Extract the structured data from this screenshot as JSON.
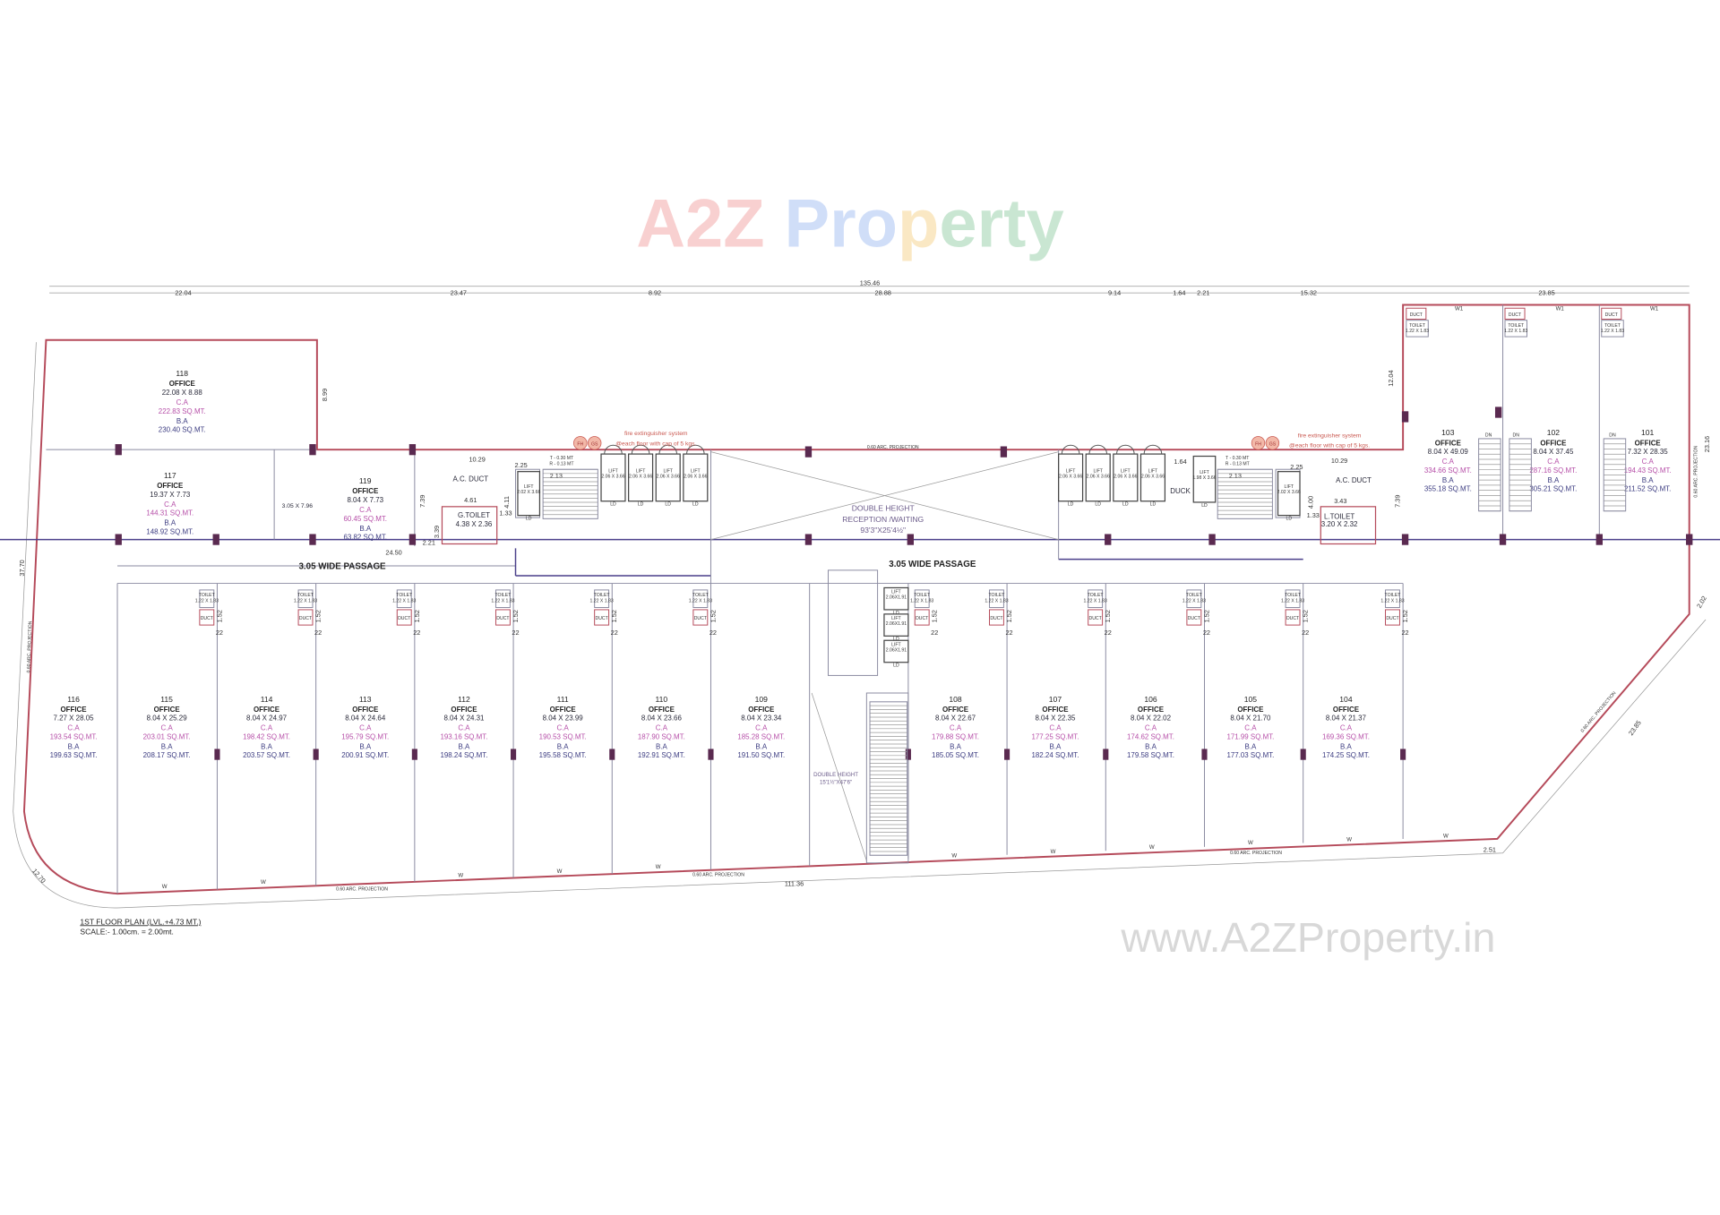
{
  "plan": {
    "title": "1ST FLOOR PLAN (LVL.+4.73 MT.)",
    "scale": "SCALE:- 1.00cm. = 2.00mt."
  },
  "labels": {
    "office": "OFFICE",
    "ca": "C.A",
    "ba": "B.A",
    "passage": "3.05 WIDE PASSAGE",
    "ac_duct": "A.C. DUCT",
    "reception": [
      "DOUBLE HEIGHT",
      "RECEPTION /WAITING",
      "93'3\"X25'4½\""
    ],
    "double_height_small": [
      "DOUBLE HEIGHT",
      "15'1½\"X47'6\""
    ],
    "fire": [
      "fire extinguisher system",
      "@each floor with cap of 5 kgs."
    ],
    "fh": "FH",
    "gs": "GS",
    "g_toilet": [
      "G.TOILET",
      "4.38 X 2.36"
    ],
    "l_toilet": [
      "L.TOILET",
      "3.20 X 2.32"
    ],
    "projection": "0.60 ARC. PROJECTION",
    "lift": "LIFT",
    "lift_size": "2.06 X 3.66",
    "lift_size_b": "2.06X1.91",
    "lift_l1": "2.02 X 3.66",
    "lift_r2": "1.98 X 3.66",
    "duck": "DUCK",
    "duct": "DUCT",
    "toilet": "TOILET",
    "toilet_size": "1.22 X 1.83",
    "ld": "LD",
    "w": "W",
    "w1": "W1",
    "dn": "DN",
    "d": "D",
    "stair_note": [
      "T - 0.30 MT",
      "R - 0.13 MT"
    ],
    "room_3x7": "3.05 X 7.96"
  },
  "dimensions": {
    "overall": "135.46",
    "top_segments": [
      "22.04",
      "23.47",
      "8.92",
      "28.88",
      "9.14",
      "1.64",
      "2.21",
      "15.32",
      "23.85"
    ],
    "left": "37.70",
    "corner": "12.70",
    "bottom": "111.36",
    "bottom_right": "2.51",
    "diagonal": "23.85",
    "right": "23.16",
    "right_small": "2.02",
    "d_899": "8.99",
    "d_1204": "12.04",
    "d_739": "7.39",
    "d_2450": "24.50",
    "d_1029": "10.29",
    "d_461": "4.61",
    "d_343": "3.43",
    "d_152": "1.52",
    "d_22": "22",
    "d_213": "2.13",
    "d_225": "2.25",
    "d_411": "4.11",
    "d_400": "4.00",
    "d_133": "1.33",
    "d_339": "3.39",
    "d_221": "2.21",
    "d_164": "1.64",
    "d_366": "3.66"
  },
  "offices": [
    {
      "no": "118",
      "size": "22.08 X 8.88",
      "ca": "222.83 SQ.MT.",
      "ba": "230.40 SQ.MT."
    },
    {
      "no": "117",
      "size": "19.37 X 7.73",
      "ca": "144.31 SQ.MT.",
      "ba": "148.92 SQ.MT."
    },
    {
      "no": "119",
      "size": "8.04 X 7.73",
      "ca": "60.45 SQ.MT.",
      "ba": "63.82 SQ.MT."
    },
    {
      "no": "116",
      "size": "7.27 X 28.05",
      "ca": "193.54 SQ.MT.",
      "ba": "199.63 SQ.MT."
    },
    {
      "no": "115",
      "size": "8.04 X 25.29",
      "ca": "203.01 SQ.MT.",
      "ba": "208.17 SQ.MT."
    },
    {
      "no": "114",
      "size": "8.04 X 24.97",
      "ca": "198.42 SQ.MT.",
      "ba": "203.57 SQ.MT."
    },
    {
      "no": "113",
      "size": "8.04 X 24.64",
      "ca": "195.79 SQ.MT.",
      "ba": "200.91 SQ.MT."
    },
    {
      "no": "112",
      "size": "8.04 X 24.31",
      "ca": "193.16 SQ.MT.",
      "ba": "198.24 SQ.MT."
    },
    {
      "no": "111",
      "size": "8.04 X 23.99",
      "ca": "190.53 SQ.MT.",
      "ba": "195.58 SQ.MT."
    },
    {
      "no": "110",
      "size": "8.04 X 23.66",
      "ca": "187.90 SQ.MT.",
      "ba": "192.91 SQ.MT."
    },
    {
      "no": "109",
      "size": "8.04 X 23.34",
      "ca": "185.28 SQ.MT.",
      "ba": "191.50 SQ.MT."
    },
    {
      "no": "108",
      "size": "8.04 X 22.67",
      "ca": "179.88 SQ.MT.",
      "ba": "185.05 SQ.MT."
    },
    {
      "no": "107",
      "size": "8.04 X 22.35",
      "ca": "177.25 SQ.MT.",
      "ba": "182.24 SQ.MT."
    },
    {
      "no": "106",
      "size": "8.04 X 22.02",
      "ca": "174.62 SQ.MT.",
      "ba": "179.58 SQ.MT."
    },
    {
      "no": "105",
      "size": "8.04 X 21.70",
      "ca": "171.99 SQ.MT.",
      "ba": "177.03 SQ.MT."
    },
    {
      "no": "104",
      "size": "8.04 X 21.37",
      "ca": "169.36 SQ.MT.",
      "ba": "174.25 SQ.MT."
    },
    {
      "no": "103",
      "size": "8.04 X 49.09",
      "ca": "334.66 SQ.MT.",
      "ba": "355.18 SQ.MT."
    },
    {
      "no": "102",
      "size": "8.04 X 37.45",
      "ca": "287.16 SQ.MT.",
      "ba": "305.21 SQ.MT."
    },
    {
      "no": "101",
      "size": "7.32 X 28.35",
      "ca": "194.43 SQ.MT.",
      "ba": "211.52 SQ.MT."
    }
  ],
  "watermark": {
    "logo": "A2Z Property",
    "url": "www.A2ZProperty.in"
  },
  "colors": {
    "wall": "#b54a5a",
    "ca": "#b64fa8",
    "ba": "#3b3b80",
    "column": "#5a2a50"
  }
}
